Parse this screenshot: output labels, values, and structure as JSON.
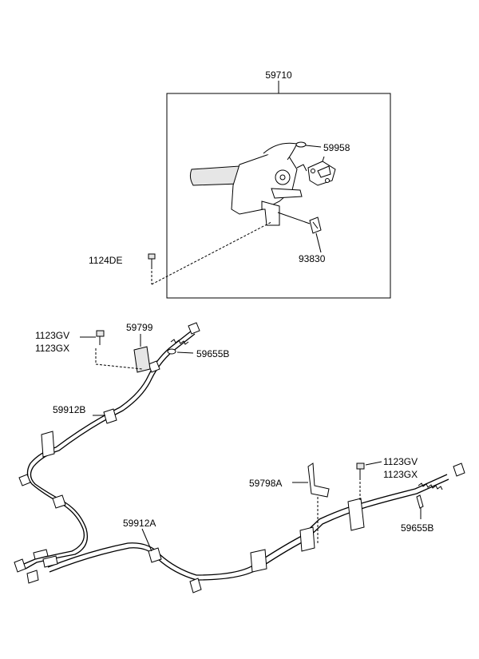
{
  "labels": {
    "lever_assy": "59710",
    "spring_clip": "59958",
    "bracket": "93830",
    "bolt_lever": "1124DE",
    "bolt_a1": "1123GV",
    "bolt_a2": "1123GX",
    "clip_upper": "59799",
    "clip_front": "59655B",
    "cable_rh": "59912B",
    "cable_lh": "59912A",
    "bracket_rear": "59798A",
    "bolt_b1": "1123GV",
    "bolt_b2": "1123GX",
    "clip_rear": "59655B"
  }
}
